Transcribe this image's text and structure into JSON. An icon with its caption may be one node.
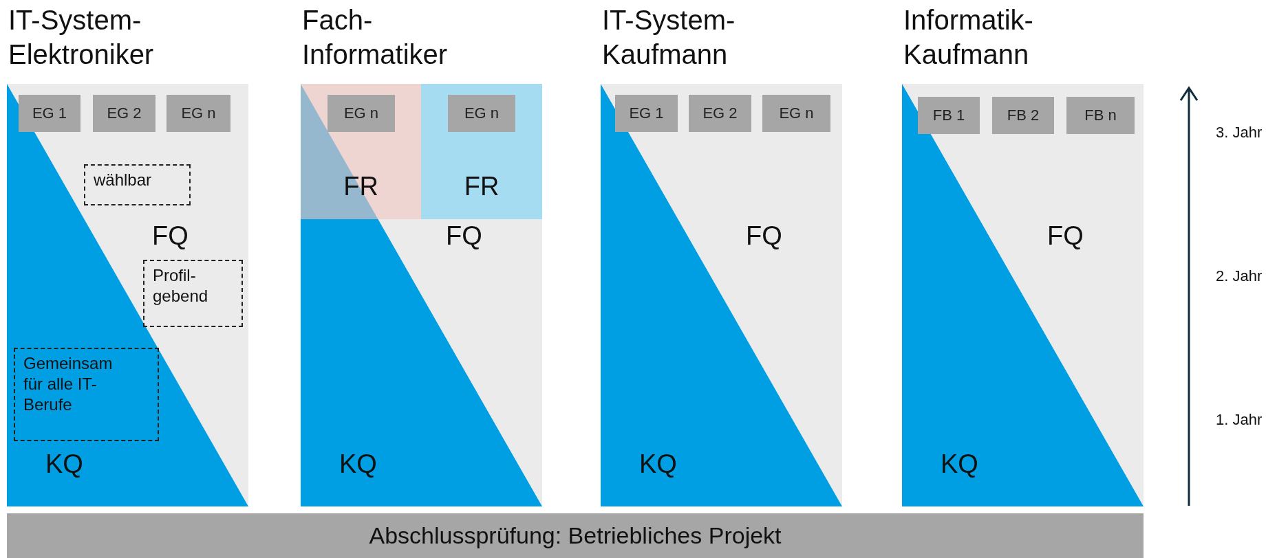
{
  "diagram": {
    "nodes": [
      {
        "text": [
          "IT-System- Elektroniker",
          "FQ"
        ]
      },
      {
        "text": [
          "EG 1"
        ],
        "in": 0
      },
      {
        "text": [
          "EG 2"
        ],
        "in": 0
      },
      {
        "text": [
          "EG n"
        ],
        "in": 0
      },
      {
        "text": [
          "wählbar"
        ],
        "in": 0
      },
      {
        "text": [
          "Profil- gebend"
        ],
        "in": 0
      },
      {
        "text": [
          "Gemeinsam für alle IT- Berufe"
        ],
        "in": 0
      },
      {
        "text": [
          "KQ"
        ],
        "in": 0
      },
      {
        "text": [
          "Fach- Informatiker",
          "FQ"
        ]
      },
      {
        "text": [
          "FR"
        ],
        "in": 8
      },
      {
        "text": [
          "EG n"
        ],
        "in": 9
      },
      {
        "text": [
          "FR"
        ],
        "in": 8
      },
      {
        "text": [
          "EG n"
        ],
        "in": 11
      },
      {
        "text": [
          "KQ"
        ],
        "in": 8
      },
      {
        "text": [
          "IT-System- Kaufmann",
          "FQ"
        ]
      },
      {
        "text": [
          "EG 1"
        ],
        "in": 14
      },
      {
        "text": [
          "EG 2"
        ],
        "in": 14
      },
      {
        "text": [
          "EG n"
        ],
        "in": 14
      },
      {
        "text": [
          "KQ"
        ],
        "in": 14
      },
      {
        "text": [
          "Informatik- Kaufmann",
          "FQ"
        ]
      },
      {
        "text": [
          "FB 1"
        ],
        "in": 19
      },
      {
        "text": [
          "FB 2"
        ],
        "in": 19
      },
      {
        "text": [
          "FB n"
        ],
        "in": 19
      },
      {
        "text": [
          "KQ"
        ],
        "in": 19
      },
      {
        "text": [
          "Abschlussprüfung: Betriebliches Projekt"
        ]
      }
    ],
    "edges": [],
    "labels": [
      "3. Jahr",
      "2. Jahr",
      "1. Jahr"
    ]
  }
}
